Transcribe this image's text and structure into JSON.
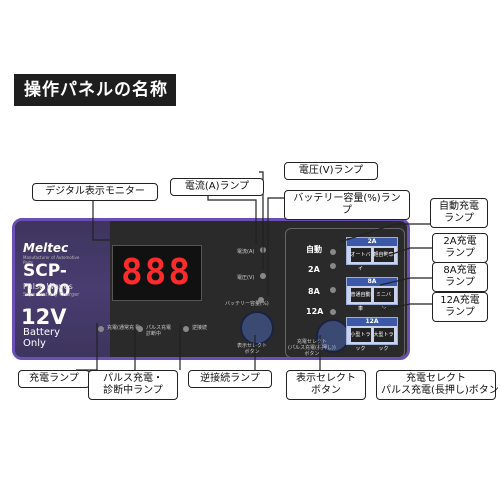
{
  "title": "操作パネルの名称",
  "panel": {
    "brand": "Meltec",
    "brand_sub": "Manufacturer of Automotive Parts",
    "model": "SCP-1200",
    "sub1": "Pulse Waves",
    "sub2": "Super Battery Charger",
    "voltage": "12V",
    "battery_line1": "Battery",
    "battery_line2": "Only",
    "display_value": "888",
    "lamp_current": "電流(A)",
    "lamp_voltage": "電圧(V)",
    "lamp_capacity": "バッテリー容量(%)",
    "display_select_label": "表示セレクト\nボタン",
    "charge_select_label": "充電セレクト\n(パルス充電(長押し))\nボタン",
    "status1": "充電(通常充電)",
    "status2": "パルス充電\n診断中",
    "status3": "逆接続",
    "mode_auto": "自動",
    "mode_2a": "2A",
    "mode_8a": "8A",
    "mode_12a": "12A",
    "box_2a": "2A",
    "box_8a": "8A",
    "box_12a": "12A",
    "box_2a_items": [
      "オートバイ",
      "軽自動車"
    ],
    "box_8a_items": [
      "普通自動車",
      "ミニバン"
    ],
    "box_12a_items": [
      "小型トラック",
      "大型トラック"
    ]
  },
  "callouts": {
    "digital_display": "デジタル表示モニター",
    "current_lamp": "電流(A)ランプ",
    "voltage_lamp": "電圧(V)ランプ",
    "capacity_lamp": "バッテリー容量(%)ランプ",
    "auto_charge_lamp": "自動充電\nランプ",
    "lamp_2a": "2A充電\nランプ",
    "lamp_8a": "8A充電\nランプ",
    "lamp_12a": "12A充電\nランプ",
    "charge_lamp": "充電ランプ",
    "pulse_lamp": "パルス充電・\n診断中ランプ",
    "reverse_lamp": "逆接続ランプ",
    "display_select": "表示セレクト\nボタン",
    "charge_select": "充電セレクト\nパルス充電(長押し)ボタン"
  }
}
